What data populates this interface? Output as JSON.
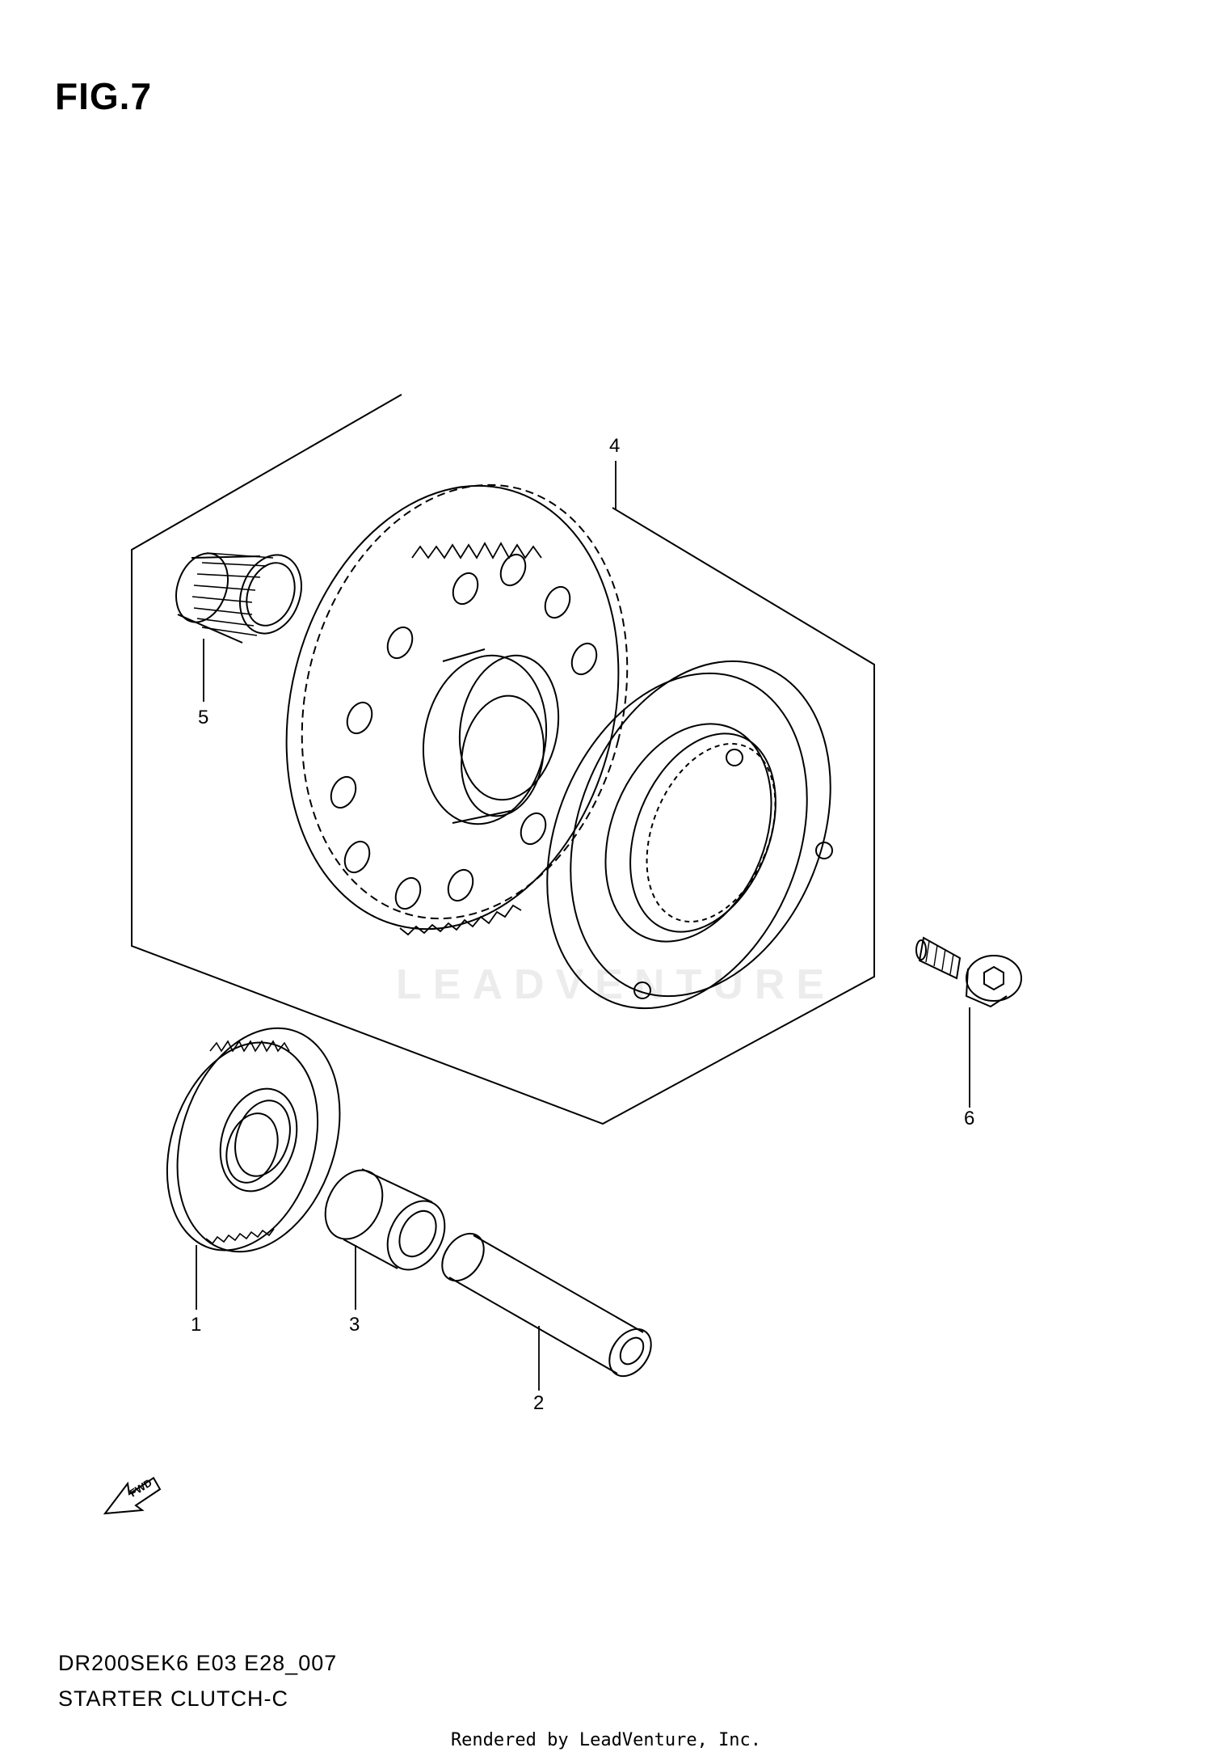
{
  "figure": {
    "title": "FIG.7"
  },
  "callouts": [
    {
      "id": "1",
      "label": "1"
    },
    {
      "id": "2",
      "label": "2"
    },
    {
      "id": "3",
      "label": "3"
    },
    {
      "id": "4",
      "label": "4"
    },
    {
      "id": "5",
      "label": "5"
    },
    {
      "id": "6",
      "label": "6"
    }
  ],
  "fwd_arrow": {
    "label": "FWD"
  },
  "watermark": {
    "text": "LEADVENTURE"
  },
  "model_code": "DR200SEK6 E03 E28_007",
  "assembly_name": "STARTER CLUTCH-C",
  "footer": "Rendered by LeadVenture, Inc.",
  "colors": {
    "line": "#000000",
    "background": "#ffffff",
    "watermark": "#ececec"
  }
}
